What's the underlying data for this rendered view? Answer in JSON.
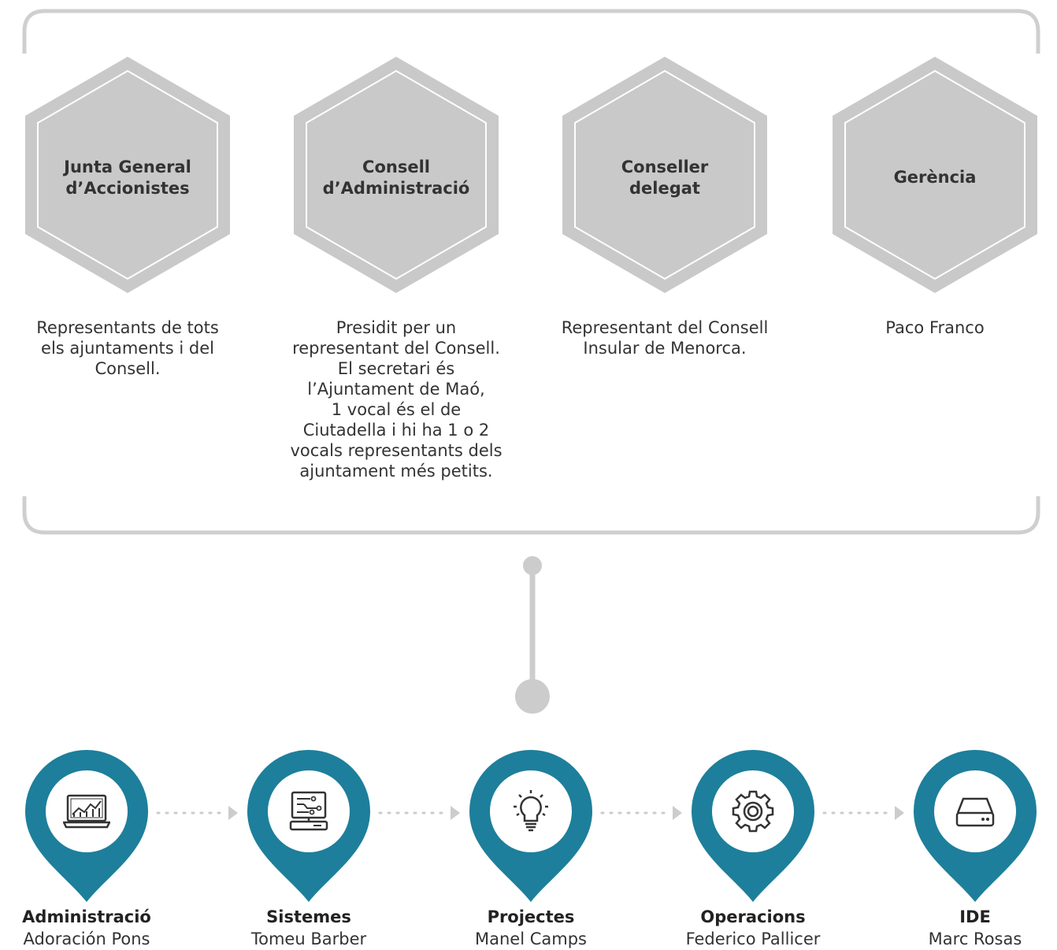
{
  "colors": {
    "frame": "#cfcfcf",
    "hex_outer": "#c9c9c9",
    "hex_inner_stroke": "#ffffff",
    "connector": "#cccccc",
    "pin": "#1d7f9b",
    "pin_inner": "#ffffff",
    "dots": "#cccccc"
  },
  "governance": [
    {
      "title": "Junta General\nd’Accionistes",
      "description": "Representants de tots\nels ajuntaments i del\nConsell."
    },
    {
      "title": "Consell\nd’Administració",
      "description": "Presidit per un\nrepresentant del Consell.\nEl secretari és\nl’Ajuntament de Maó,\n1 vocal és el de\nCiutadella i hi ha 1 o 2\nvocals representants dels\najuntament més petits."
    },
    {
      "title": "Conseller\ndelegat",
      "description": "Representant del Consell\nInsular de Menorca."
    },
    {
      "title": "Gerència",
      "description": "Paco Franco"
    }
  ],
  "departments": [
    {
      "title": "Administració",
      "name": "Adoración Pons",
      "icon": "chart-laptop-icon"
    },
    {
      "title": "Sistemes",
      "name": "Tomeu Barber",
      "icon": "computer-circuit-icon"
    },
    {
      "title": "Projectes",
      "name": "Manel Camps",
      "icon": "lightbulb-icon"
    },
    {
      "title": "Operacions",
      "name": "Federico Pallicer",
      "icon": "gear-icon"
    },
    {
      "title": "IDE",
      "name": "Marc Rosas",
      "icon": "server-drive-icon"
    }
  ]
}
